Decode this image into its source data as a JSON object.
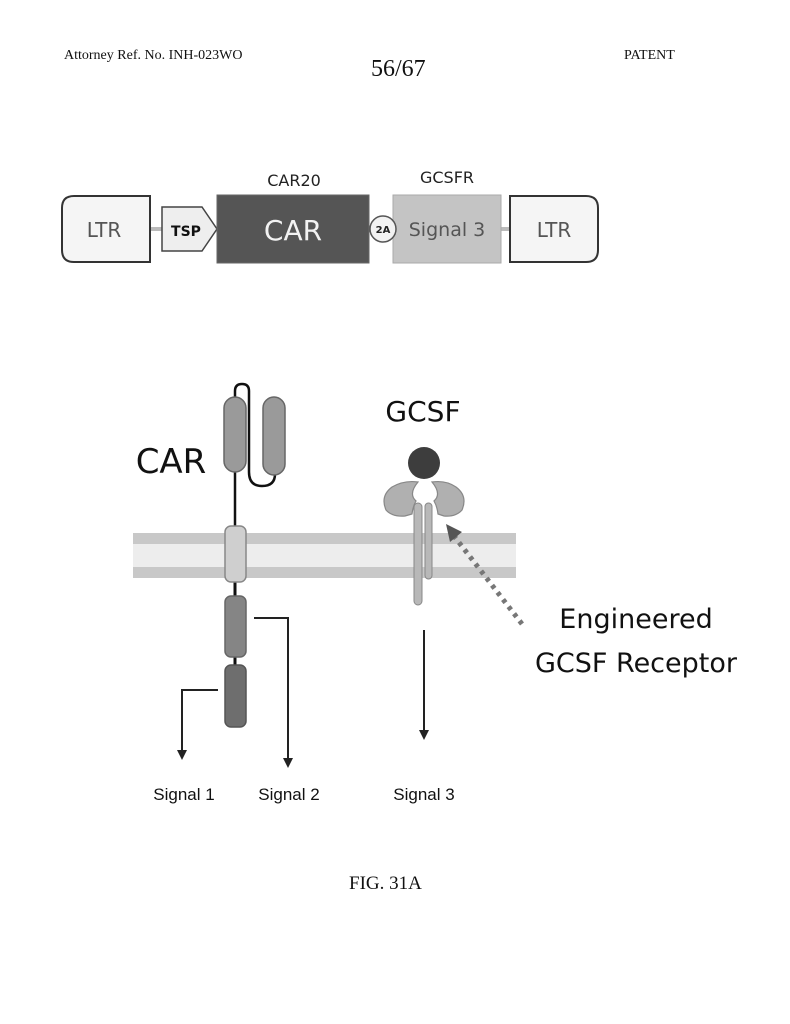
{
  "header": {
    "attorney_ref": "Attorney Ref. No. INH-023WO",
    "page_number": "56/67",
    "doc_type": "PATENT"
  },
  "construct": {
    "label_car20": "CAR20",
    "label_gcsfr": "GCSFR",
    "ltr_left": "LTR",
    "tsp": "TSP",
    "car": "CAR",
    "two_a": "2A",
    "signal3_box": "Signal 3",
    "ltr_right": "LTR",
    "colors": {
      "car_box": "#555555",
      "signal3_box": "#c4c4c4",
      "ltr_box": "#f5f5f5"
    }
  },
  "diagram": {
    "car_label": "CAR",
    "gcsf_label": "GCSF",
    "engineered_label_line1": "Engineered",
    "engineered_label_line2": "GCSF Receptor",
    "signal1": "Signal 1",
    "signal2": "Signal 2",
    "signal3": "Signal 3"
  },
  "figure": {
    "caption": "FIG. 31A"
  }
}
